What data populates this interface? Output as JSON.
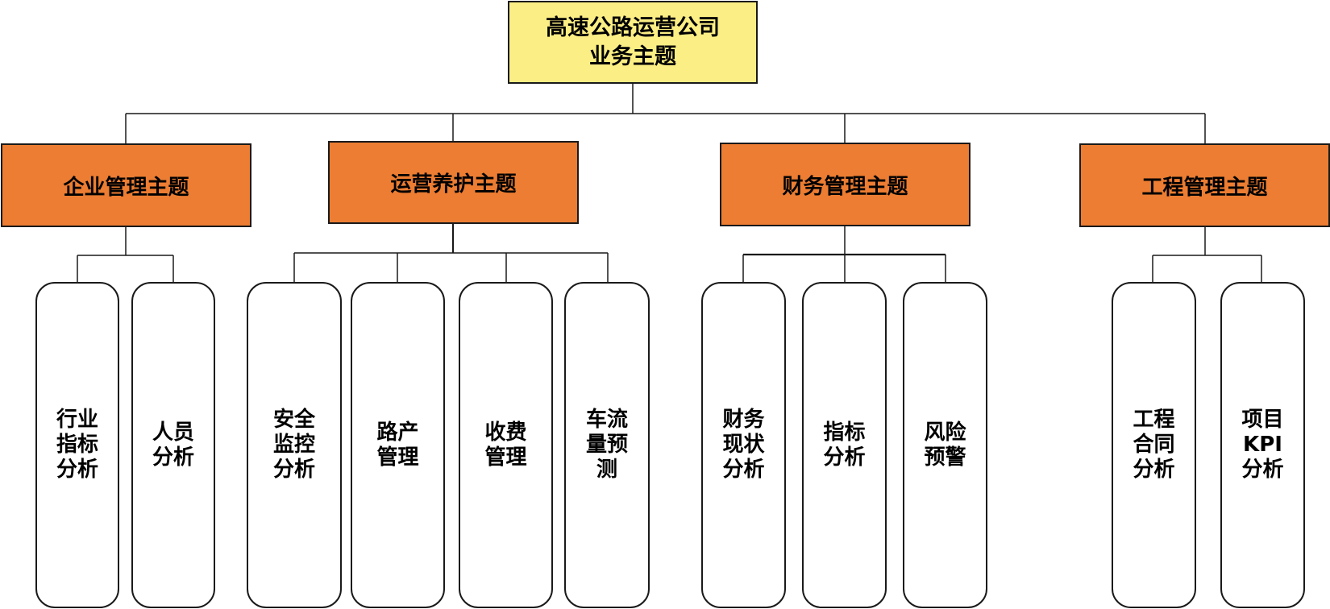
{
  "colors": {
    "root_fill": "#fbee84",
    "theme_fill": "#ec7d32"
  },
  "root": {
    "label": "高速公路运营公司\n业务主题"
  },
  "themes": [
    {
      "label": "企业管理主题",
      "children": [
        "行业\n指标\n分析",
        "人员\n分析"
      ]
    },
    {
      "label": "运营养护主题",
      "children": [
        "安全\n监控\n分析",
        "路产\n管理",
        "收费\n管理",
        "车流\n量预\n测"
      ]
    },
    {
      "label": "财务管理主题",
      "children": [
        "财务\n现状\n分析",
        "指标\n分析",
        "风险\n预警"
      ]
    },
    {
      "label": "工程管理主题",
      "children": [
        "工程\n合同\n分析",
        "项目\nKPI\n分析"
      ]
    }
  ]
}
